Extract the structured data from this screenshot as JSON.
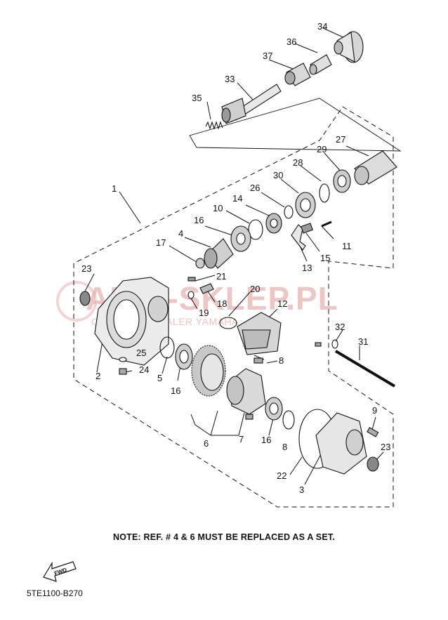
{
  "watermark": {
    "brand": "ANIA-SKLEP.PL",
    "subtitle": "OFICJALNY DEALER YAMAHA"
  },
  "note": "NOTE: REF. # 4 & 6 MUST BE REPLACED AS A SET.",
  "fwd_label": "FWD",
  "diagram_code": "5TE1100-B270",
  "callouts": {
    "c1": "1",
    "c2": "2",
    "c3": "3",
    "c4": "4",
    "c5": "5",
    "c6": "6",
    "c7": "7",
    "c8a": "8",
    "c8b": "8",
    "c9": "9",
    "c10": "10",
    "c11": "11",
    "c12": "12",
    "c13": "13",
    "c14": "14",
    "c15": "15",
    "c16a": "16",
    "c16b": "16",
    "c16c": "16",
    "c17": "17",
    "c18": "18",
    "c19": "19",
    "c20": "20",
    "c21": "21",
    "c22": "22",
    "c23a": "23",
    "c23b": "23",
    "c24": "24",
    "c25": "25",
    "c26": "26",
    "c27": "27",
    "c28": "28",
    "c29": "29",
    "c30": "30",
    "c31": "31",
    "c32": "32",
    "c33": "33",
    "c34": "34",
    "c35": "35",
    "c36": "36",
    "c37": "37"
  }
}
